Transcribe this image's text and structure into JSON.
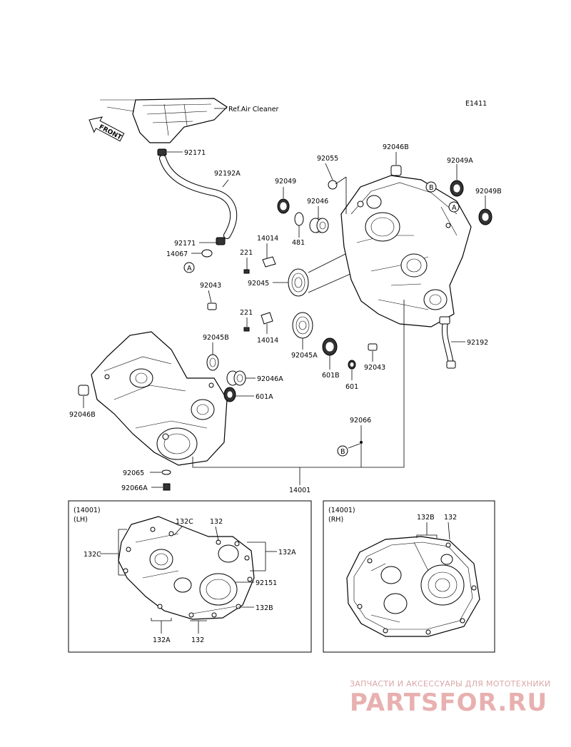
{
  "diagram_code": "E1411",
  "ref_label": "Ref.Air Cleaner",
  "front_label": "FRONT",
  "parts": {
    "p92171a": "92171",
    "p92192A": "92192A",
    "p92171b": "92171",
    "p14067": "14067",
    "p221a": "221",
    "p14014a": "14014",
    "p92043a": "92043",
    "p221b": "221",
    "p14014b": "14014",
    "p92049": "92049",
    "p92055": "92055",
    "p92046": "92046",
    "p481": "481",
    "p92045": "92045",
    "p92046B_top": "92046B",
    "p92049A": "92049A",
    "p92049B": "92049B",
    "p92045A": "92045A",
    "p601B": "601B",
    "p601": "601",
    "p92043b": "92043",
    "p92192": "92192",
    "p92045B": "92045B",
    "p92046A": "92046A",
    "p601A": "601A",
    "p92046B_left": "92046B",
    "p92066": "92066",
    "p92065": "92065",
    "p92066A": "92066A",
    "p14001": "14001"
  },
  "refs": {
    "A1": "A",
    "A2": "A",
    "B1": "B",
    "B2": "B"
  },
  "inset_lh": {
    "title1": "(14001)",
    "title2": "(LH)",
    "labels": {
      "l132C_top": "132C",
      "l132_top": "132",
      "l132C_left": "132C",
      "l132A_right": "132A",
      "l92151": "92151",
      "l132B": "132B",
      "l132A_bottom": "132A",
      "l132_bottom": "132"
    }
  },
  "inset_rh": {
    "title1": "(14001)",
    "title2": "(RH)",
    "labels": {
      "l132B": "132B",
      "l132": "132"
    }
  },
  "watermark": {
    "line1": "ЗАПЧАСТИ И АКСЕССУАРЫ ДЛЯ МОТОТЕХНИКИ",
    "line2": "PARTSFOR.RU"
  },
  "colors": {
    "watermark": "#e8b0b0",
    "ink": "#000000"
  }
}
